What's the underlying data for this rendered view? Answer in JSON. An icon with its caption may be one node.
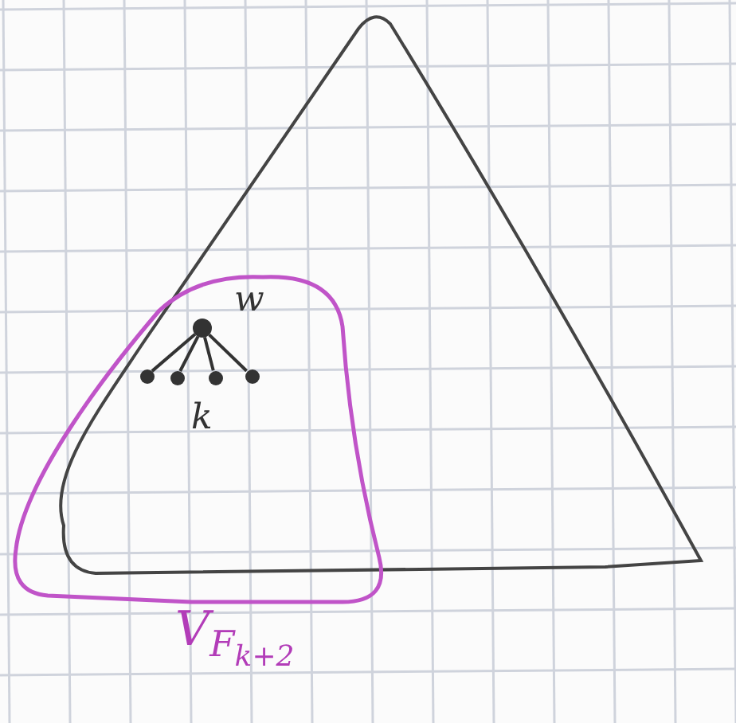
{
  "diagram": {
    "nodes": [
      {
        "text": [],
        "shape": "circle",
        "beside": [
          "w"
        ]
      },
      {
        "text": [],
        "shape": "circle"
      },
      {
        "text": [],
        "shape": "circle"
      },
      {
        "text": [],
        "shape": "circle"
      },
      {
        "text": [],
        "shape": "circle"
      }
    ],
    "edges": [
      {
        "from": 0,
        "to": 1,
        "arrow": "none"
      },
      {
        "from": 0,
        "to": 2,
        "arrow": "none"
      },
      {
        "from": 0,
        "to": 3,
        "arrow": "none"
      },
      {
        "from": 0,
        "to": 4,
        "arrow": "none"
      }
    ],
    "labels": [
      "k",
      "V$_{F}$$_{k+2}$"
    ]
  }
}
